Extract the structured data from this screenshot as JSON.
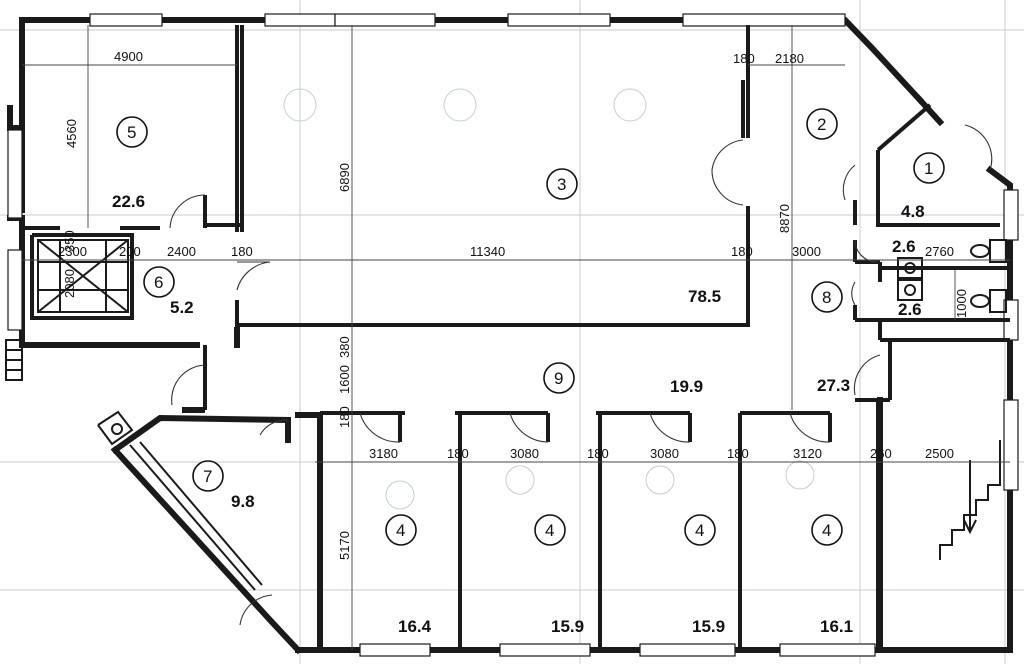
{
  "rooms": [
    {
      "number": "5",
      "area": "22.6"
    },
    {
      "number": "3",
      "area": "78.5"
    },
    {
      "number": "2",
      "area": "27.3"
    },
    {
      "number": "1",
      "area": "4.8"
    },
    {
      "number": "6",
      "area": "5.2"
    },
    {
      "number": "8",
      "area_upper": "2.6",
      "area_lower": "2.6"
    },
    {
      "number": "9",
      "area": "19.9"
    },
    {
      "number": "7",
      "area": "9.8"
    },
    {
      "number": "4",
      "area": "16.4"
    },
    {
      "number": "4",
      "area": "15.9"
    },
    {
      "number": "4",
      "area": "15.9"
    },
    {
      "number": "4",
      "area": "16.1"
    }
  ],
  "dimensions": {
    "room5_width": "4900",
    "room5_depth": "4560",
    "hall_depth": "6890",
    "room2_wall": "180",
    "room2_width": "2180",
    "room2_depth": "8870",
    "room6_depth": "2080",
    "room6_offset": "350",
    "seg_2300": "2300",
    "seg_200": "200",
    "seg_2400": "2400",
    "seg_180_a": "180",
    "hall_width": "11340",
    "seg_180_b": "180",
    "seg_3000": "3000",
    "seg_2760": "2760",
    "wc_width": "1000",
    "corridor_380": "380",
    "corridor_1600": "1600",
    "corridor_180": "180",
    "office_depth": "5170",
    "office1_width": "3180",
    "wall_180_1": "180",
    "office2_width": "3080",
    "wall_180_2": "180",
    "office3_width": "3080",
    "wall_180_3": "180",
    "office4_width": "3120",
    "seg_260": "260",
    "stair_width": "2500"
  }
}
